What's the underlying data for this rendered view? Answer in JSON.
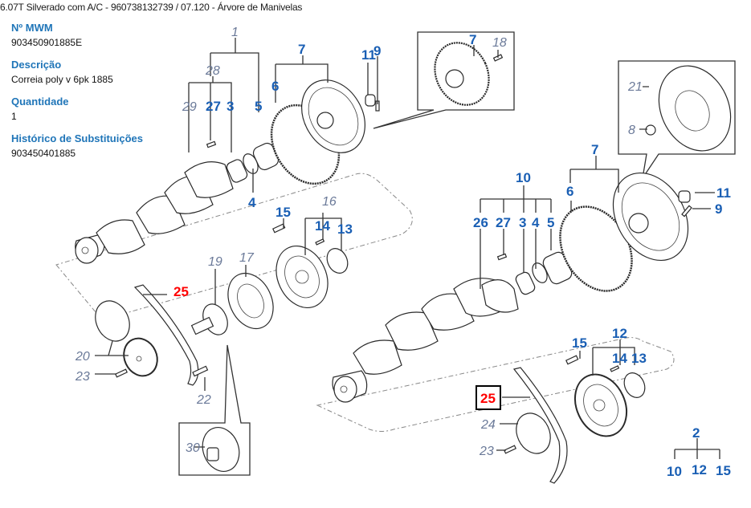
{
  "breadcrumb": {
    "vehicle": "6.07T Silverado com A/C - 960738132739",
    "separator": "/",
    "section": "07.120 - Árvore de Manivelas",
    "full": "6.07T Silverado com A/C - 960738132739  /  07.120 - Árvore de Manivelas"
  },
  "part_info": {
    "mwm_label": "Nº MWM",
    "mwm_value": "903450901885E",
    "description_label": "Descrição",
    "description_value": "Correia poly v 6pk 1885",
    "quantity_label": "Quantidade",
    "quantity_value": "1",
    "history_label": "Histórico de Substituições",
    "history_value": "903450401885"
  },
  "colors": {
    "label_heading": "#1f75b8",
    "callout_blue": "#1a5fb4",
    "callout_grey": "#6b7a99",
    "callout_selected": "#ff0000"
  },
  "diagram": {
    "callouts": {
      "c1": "1",
      "c28": "28",
      "c29": "29",
      "c27a": "27",
      "c3a": "3",
      "c5a": "5",
      "c4a": "4",
      "c7a": "7",
      "c6a": "6",
      "c11a": "11",
      "c9a": "9",
      "c7b": "7",
      "c18": "18",
      "c21": "21",
      "c8": "8",
      "c7c": "7",
      "c6b": "6",
      "c11b": "11",
      "c9b": "9",
      "c10a": "10",
      "c26": "26",
      "c27b": "27",
      "c3b": "3",
      "c4b": "4",
      "c5b": "5",
      "c15a": "15",
      "c16": "16",
      "c14a": "14",
      "c13a": "13",
      "c19": "19",
      "c17": "17",
      "c25a": "25",
      "c20": "20",
      "c23a": "23",
      "c22": "22",
      "c30": "30",
      "c15b": "15",
      "c12a": "12",
      "c14b": "14",
      "c13b": "13",
      "c25b": "25",
      "c24": "24",
      "c23b": "23",
      "c2": "2",
      "c10b": "10",
      "c12b": "12",
      "c15c": "15"
    },
    "selected_callout": "25"
  }
}
